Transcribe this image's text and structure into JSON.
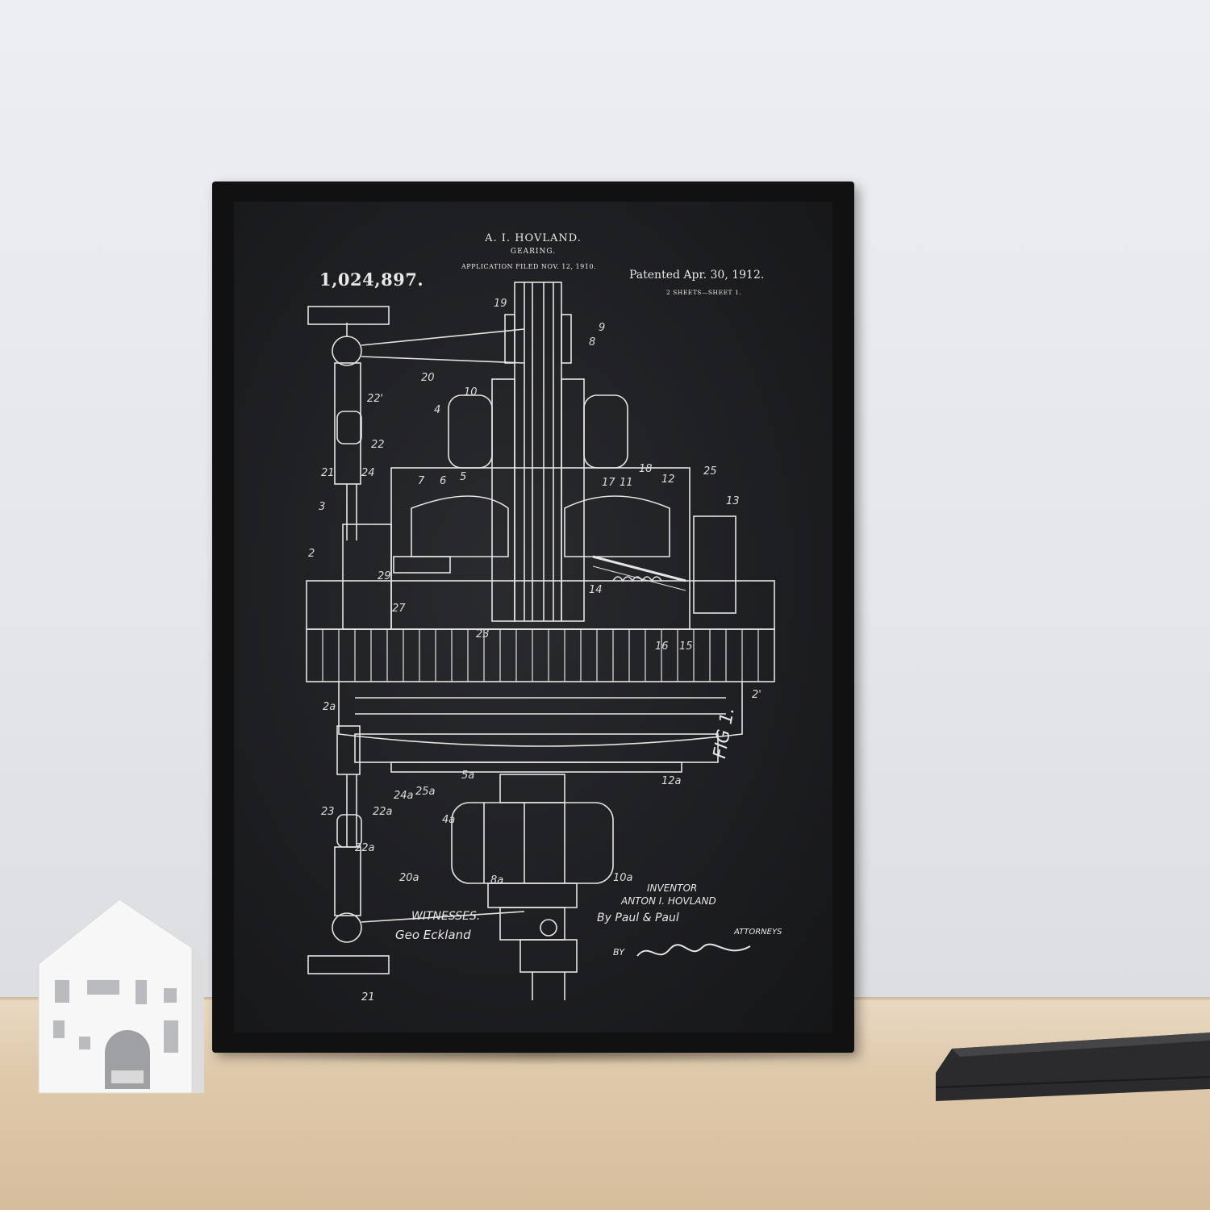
{
  "poster": {
    "inventor_header": "A. I. HOVLAND.",
    "title": "GEARING.",
    "application_filed": "APPLICATION FILED NOV. 12, 1910.",
    "patent_number": "1,024,897.",
    "patented": "Patented Apr. 30, 1912.",
    "sheets": "2 SHEETS—SHEET 1.",
    "witnesses_label": "WITNESSES:",
    "witness_signature": "Geo Eckland",
    "inventor_label": "INVENTOR",
    "inventor_name": "ANTON I. HOVLAND",
    "attorney_signature": "By Paul & Paul",
    "attorneys_label": "ATTORNEYS",
    "by_label": "BY",
    "figure_label": "FIG 1.",
    "reference_numbers": [
      "19",
      "9",
      "8",
      "20",
      "10",
      "4",
      "22'",
      "22",
      "21",
      "24",
      "7",
      "6",
      "5",
      "17",
      "11",
      "18",
      "12",
      "25",
      "13",
      "3",
      "2",
      "29",
      "27",
      "23",
      "14",
      "16",
      "15",
      "2'",
      "2a",
      "5a",
      "24a",
      "25a",
      "12a",
      "23",
      "22a",
      "22a",
      "4a",
      "20a",
      "8a",
      "10a",
      "21"
    ]
  },
  "colors": {
    "wall": "#e6e7ec",
    "shelf": "#dfc9ab",
    "frame": "#111111",
    "poster_bg": "#1e1f22",
    "linework": "#e8e8e8"
  }
}
